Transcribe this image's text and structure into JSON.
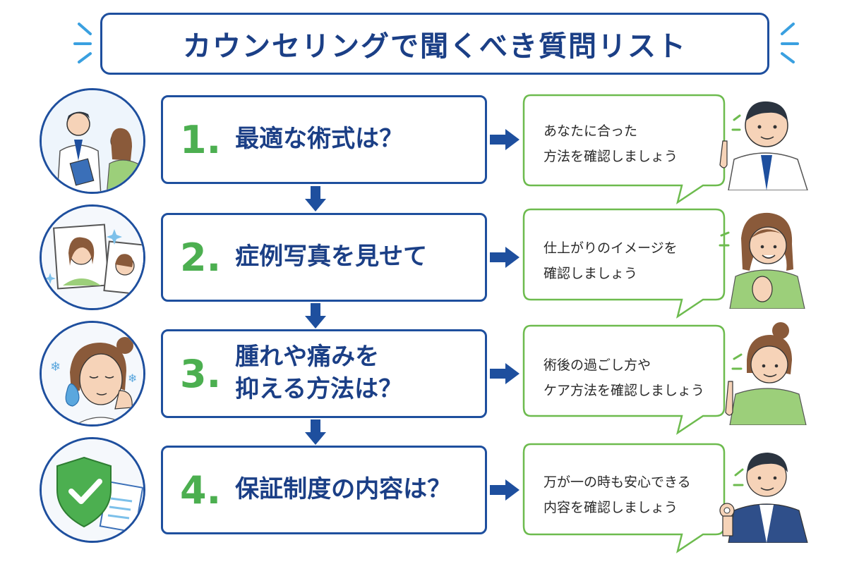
{
  "title": "カウンセリングで聞くべき質問リスト",
  "colors": {
    "navy": "#1e4f9e",
    "green": "#4caf50",
    "bubble_border": "#6dbb4e",
    "skin": "#f6d3b8"
  },
  "questions": [
    {
      "number": "1.",
      "text": "最適な術式は？",
      "advice": "あなたに合った\n方法を確認しましょう",
      "left_icon": "doctor-consultation-icon",
      "speaker": "doctor-man-pointing"
    },
    {
      "number": "2.",
      "text": "症例写真を見せて",
      "advice": "仕上がりのイメージを\n確認しましょう",
      "left_icon": "photo-cases-icon",
      "speaker": "woman-hands-clasped"
    },
    {
      "number": "3.",
      "text": "腫れや痛みを\n抑える方法は？",
      "advice": "術後の過ごし方や\nケア方法を確認しましょう",
      "left_icon": "cooling-face-icon",
      "speaker": "woman-bun-pointing"
    },
    {
      "number": "4.",
      "text": "保証制度の内容は？",
      "advice": "万が一の時も安心できる\n内容を確認しましょう",
      "left_icon": "shield-check-document-icon",
      "speaker": "man-suit-ok-sign"
    }
  ]
}
